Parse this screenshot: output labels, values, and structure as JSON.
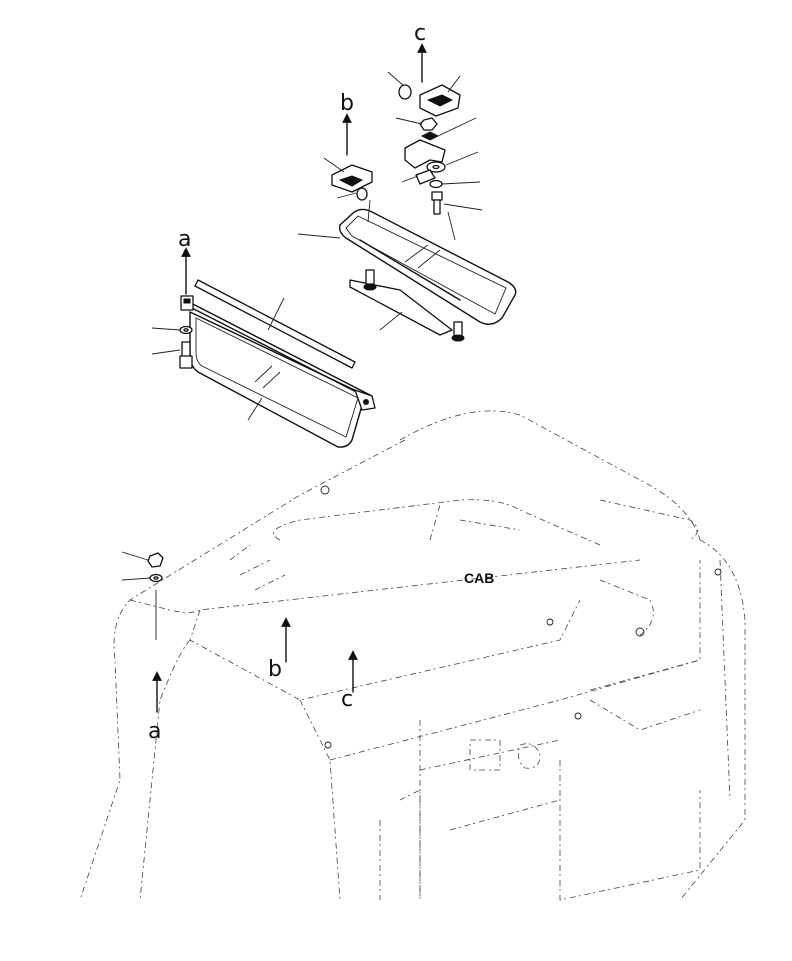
{
  "labels": {
    "a_top": "a",
    "b_top": "b",
    "c_top": "c",
    "a_bottom": "a",
    "b_bottom": "b",
    "c_bottom": "c",
    "cab": "CAB"
  }
}
